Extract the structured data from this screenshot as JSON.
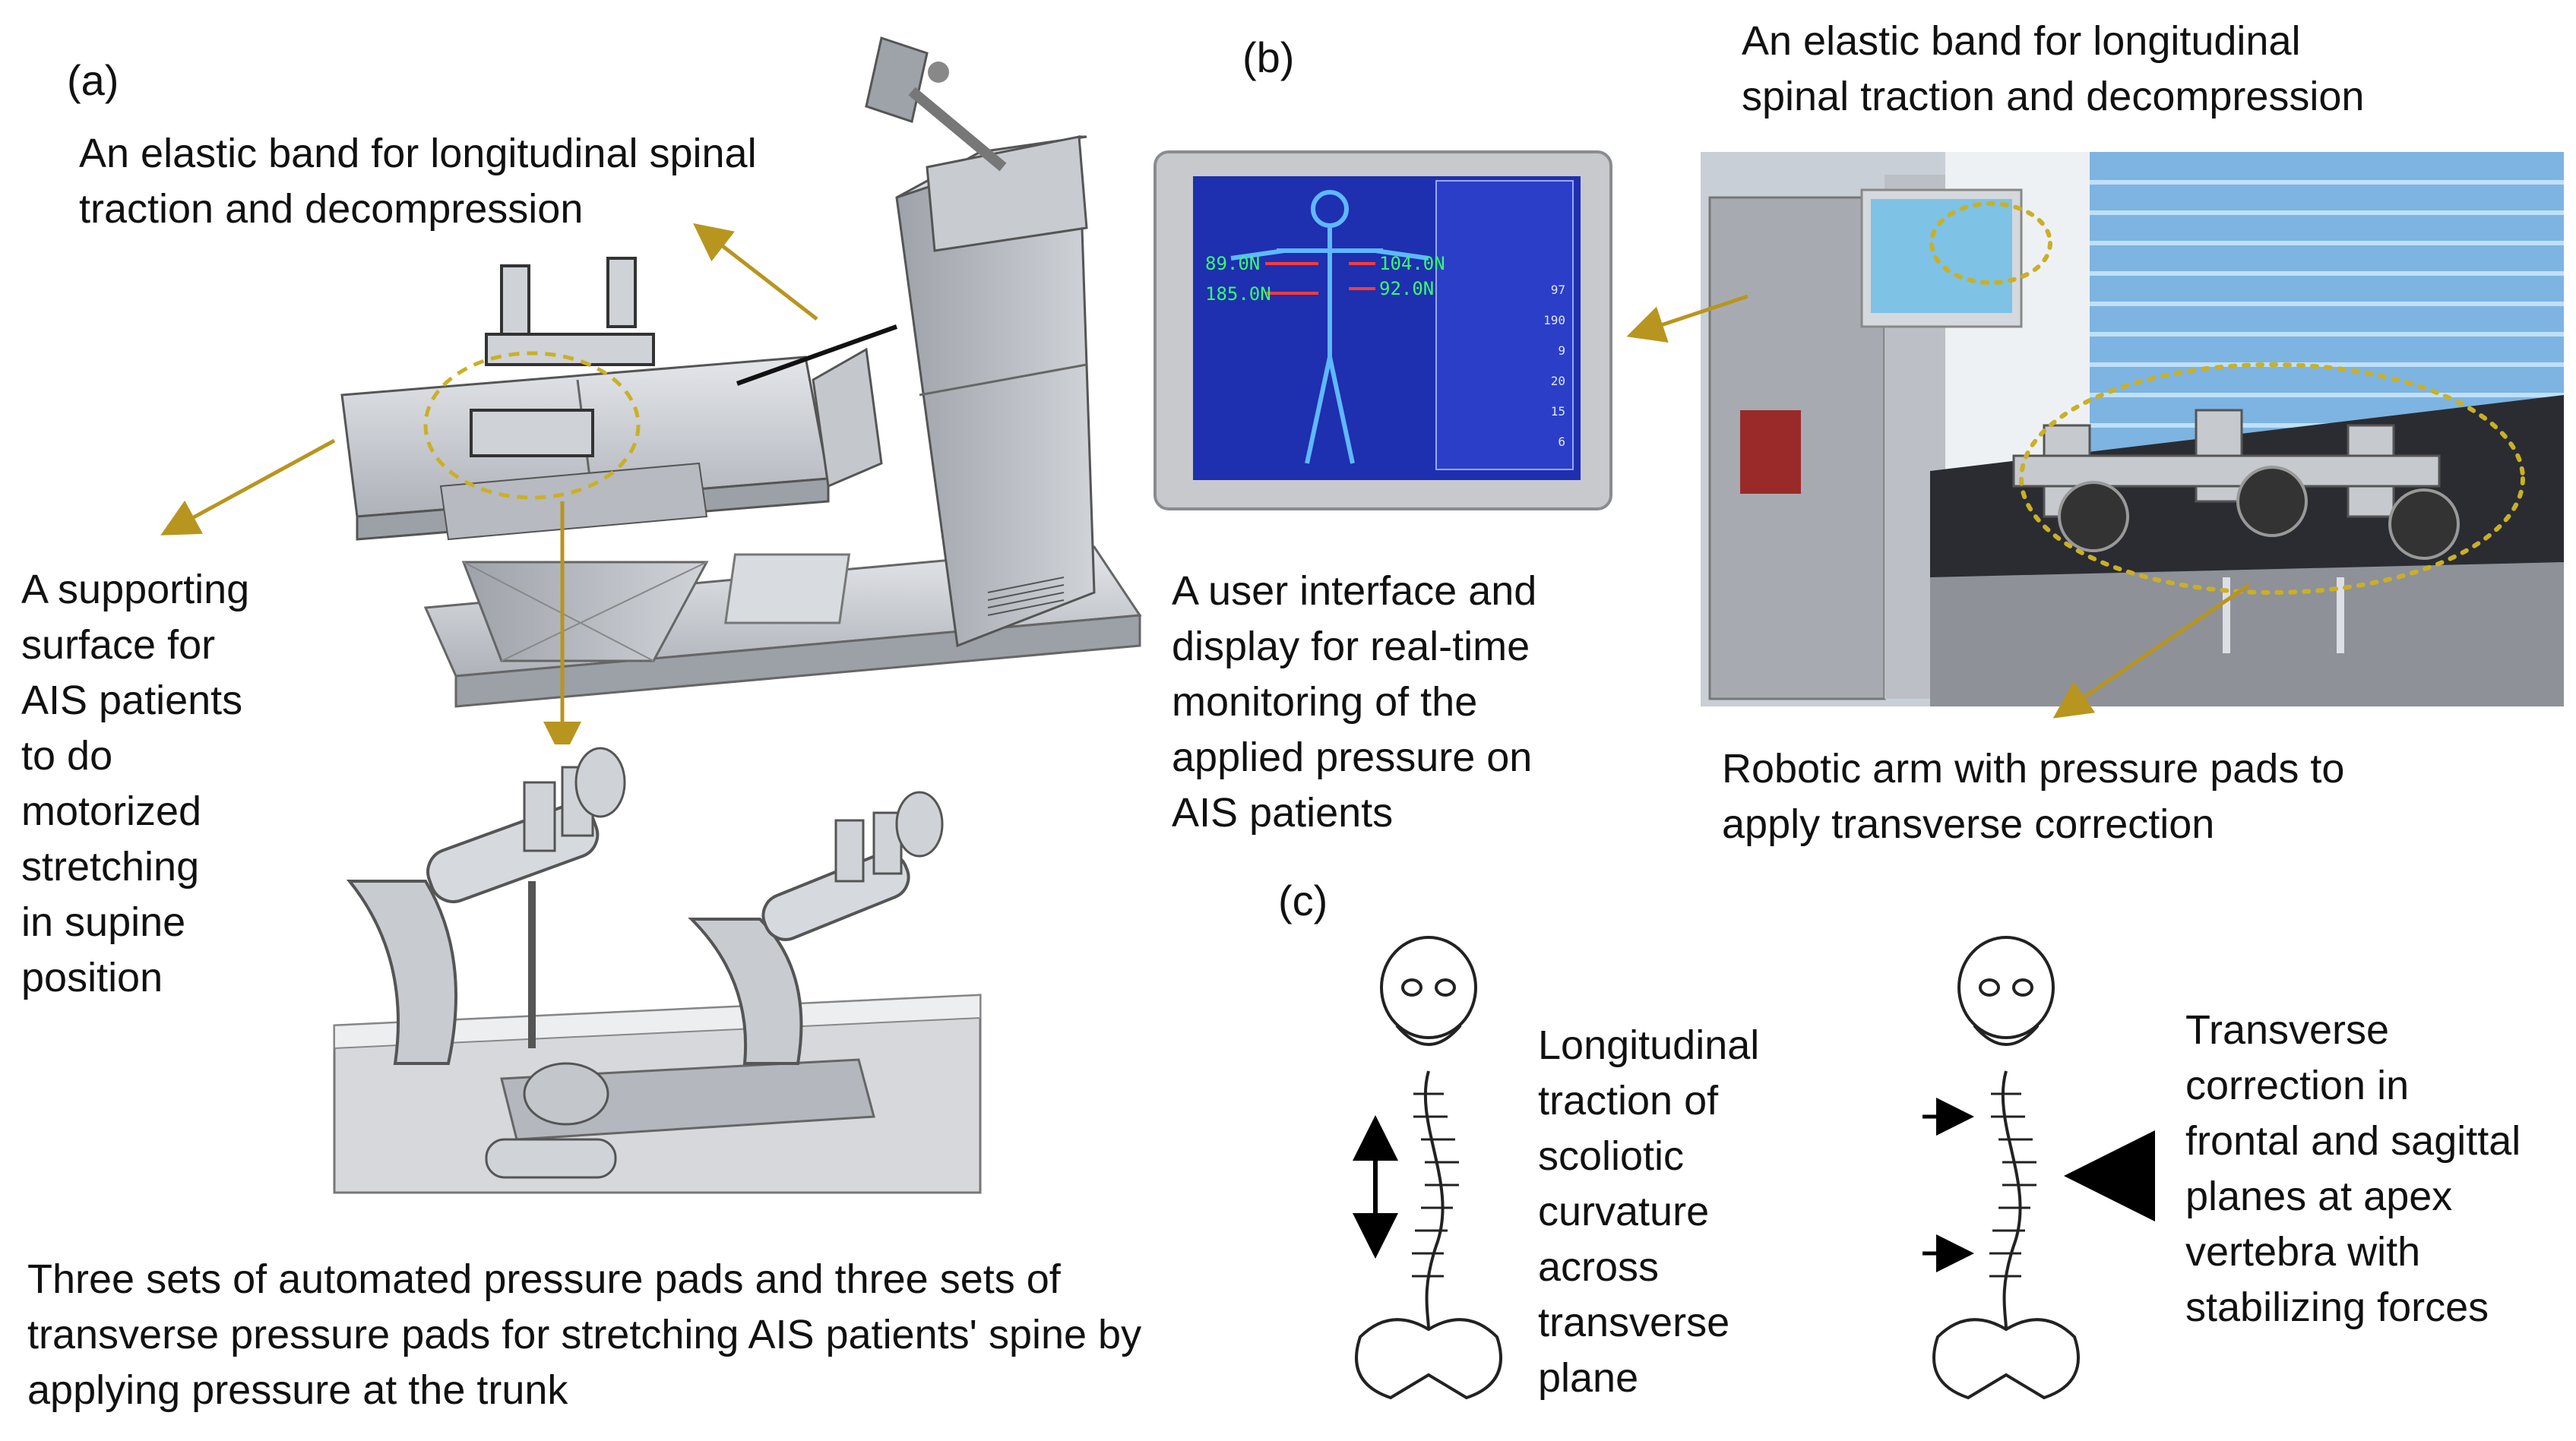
{
  "panels": {
    "a": {
      "label": "(a)",
      "band_caption": "An elastic band for longitudinal spinal\ntraction and decompression",
      "surface_caption": "A supporting\nsurface for\nAIS patients\nto do\nmotorized\nstretching\nin supine\nposition",
      "pads_caption": "Three sets of automated pressure pads and three sets of\ntransverse pressure pads for stretching AIS patients' spine by\napplying pressure at the trunk"
    },
    "b": {
      "label": "(b)",
      "band_caption": "An elastic band for longitudinal\nspinal traction and decompression",
      "ui_caption": "A user interface and\ndisplay for real-time\nmonitoring of the\napplied pressure on\nAIS patients",
      "arm_caption": "Robotic arm with pressure pads to\napply transverse correction",
      "screen_readings": [
        "89.0N",
        "104.0N",
        "185.0N",
        "92.0N"
      ],
      "screen_table_values": [
        "97",
        "190",
        "9",
        "20",
        "15",
        "6"
      ]
    },
    "c": {
      "label": "(c)",
      "longitudinal_caption": "Longitudinal\ntraction of\nscoliotic\ncurvature\nacross\ntransverse\nplane",
      "transverse_caption": "Transverse\ncorrection in\nfrontal and sagittal\nplanes at apex\nvertebra with\nstabilizing forces"
    }
  },
  "colors": {
    "arrow": "#b8951f",
    "ellipse": "#c9b026",
    "screen_bg": "#1e2fb0",
    "skeleton_glow": "#5fb8ff",
    "device_gray": "#c7cad0"
  }
}
